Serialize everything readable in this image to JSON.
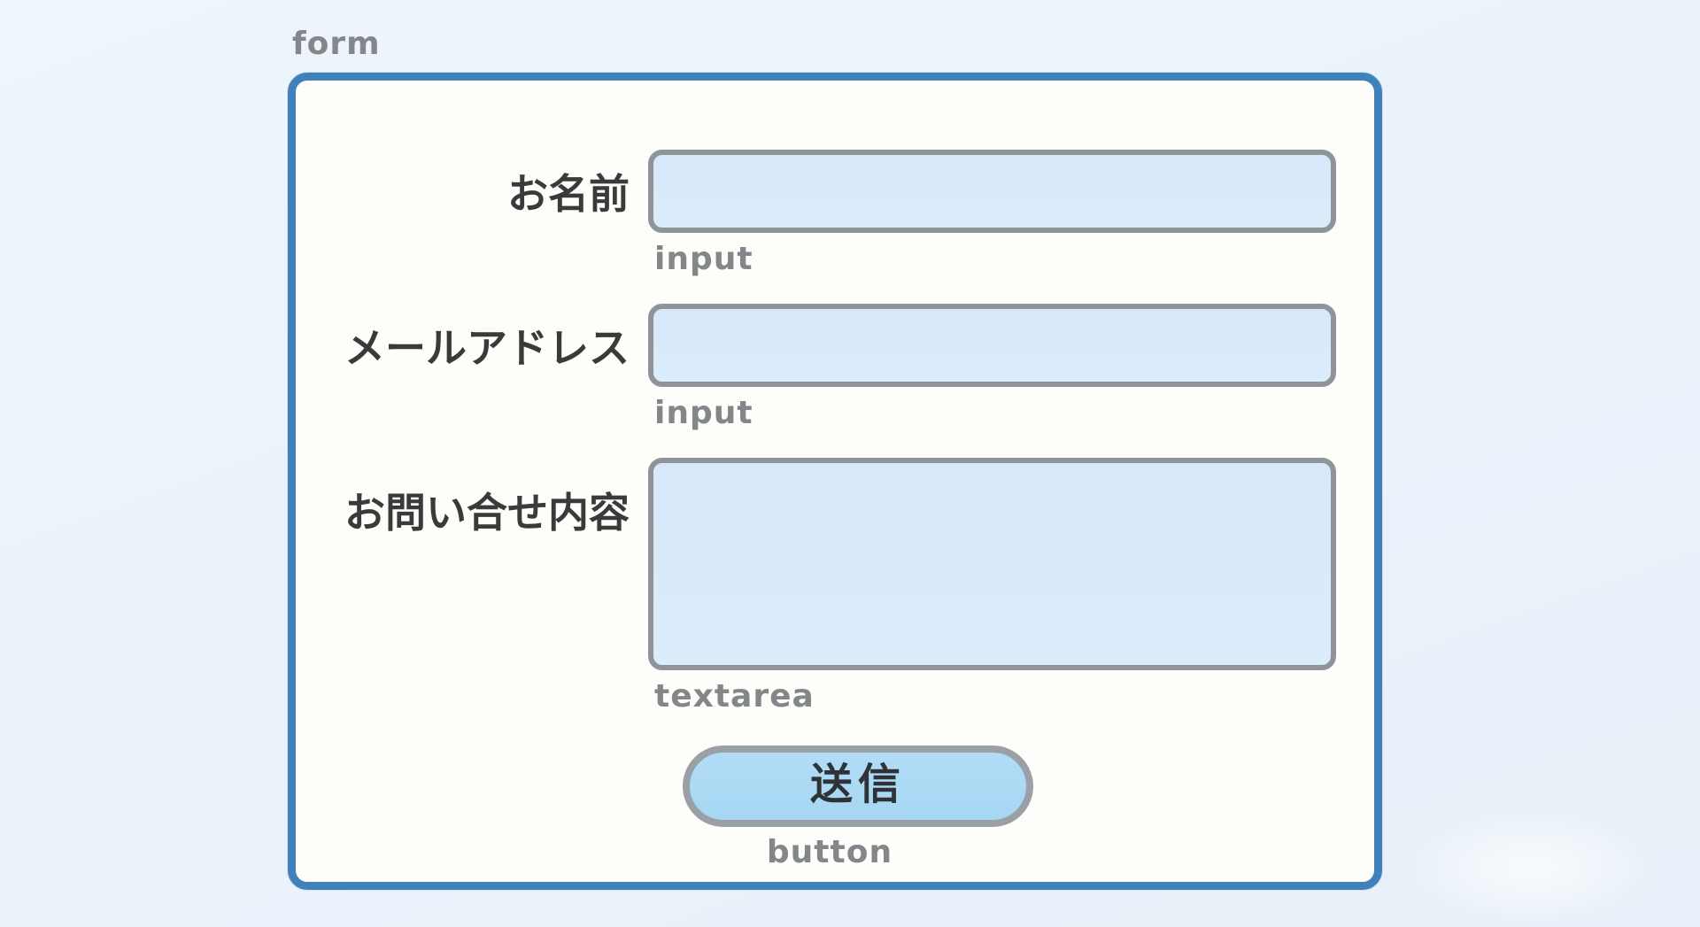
{
  "diagram": {
    "form_tag": "form",
    "fields": [
      {
        "label": "お名前",
        "tag": "input",
        "value": ""
      },
      {
        "label": "メールアドレス",
        "tag": "input",
        "value": ""
      },
      {
        "label": "お問い合せ内容",
        "tag": "textarea",
        "value": ""
      }
    ],
    "button": {
      "label": "送信",
      "tag": "button"
    },
    "colors": {
      "page_bg": "#ecf3fa",
      "form_bg": "#fdfdfa",
      "form_border": "#4181bb",
      "field_bg": "#d8eafb",
      "field_border": "#8f9499",
      "button_bg": "#abdaf5",
      "button_border": "#9aa0a5",
      "label_text": "#3a3a3a",
      "caption_text": "#848789"
    }
  }
}
